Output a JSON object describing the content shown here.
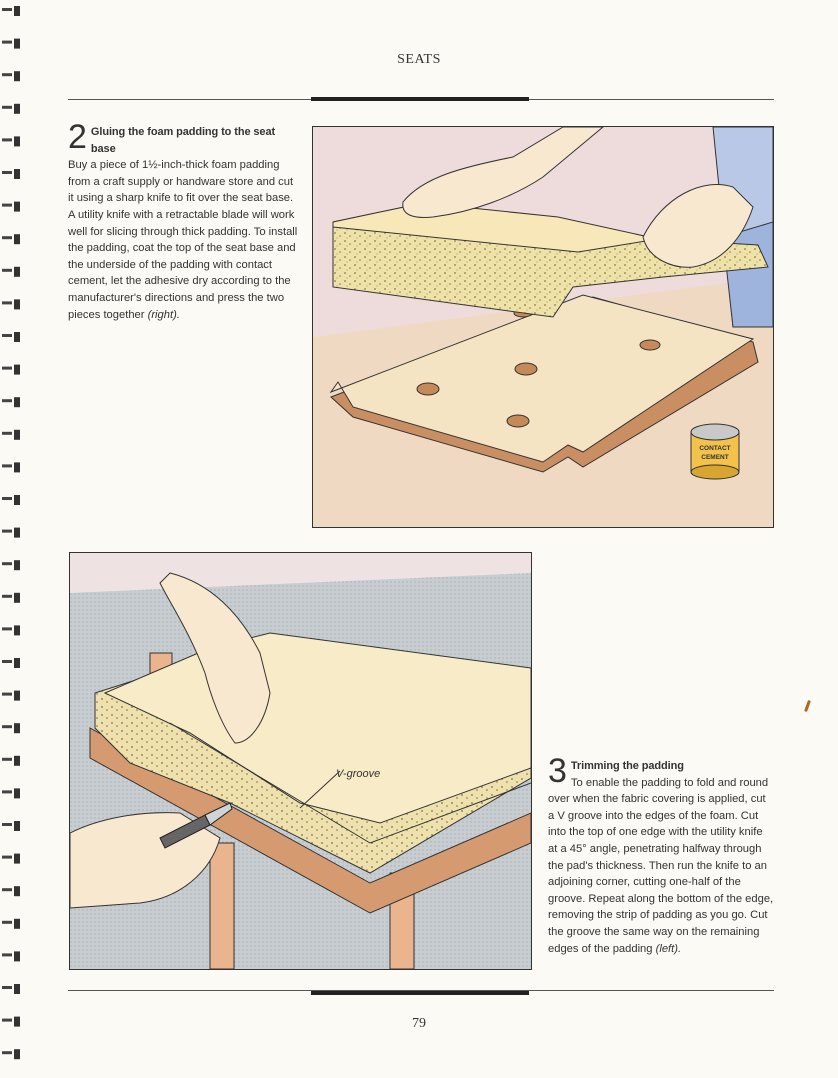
{
  "header": {
    "title": "SEATS"
  },
  "step2": {
    "number": "2",
    "heading": "Gluing the foam padding to the seat base",
    "body": "Buy a piece of 1½-inch-thick foam padding from a craft supply or handware store and cut it using a sharp knife to fit over the seat base. A utility knife with a retractable blade will work well for slicing through thick padding. To install the padding, coat the top of the seat base and the underside of the padding with contact cement, let the adhesive dry according to the manufacturer's directions and press the two pieces together",
    "ref": "(right)."
  },
  "step3": {
    "number": "3",
    "heading": "Trimming the padding",
    "body": "To enable the padding to fold and round over when the fabric covering is applied, cut a V groove into the edges of the foam. Cut into the top of one edge with the utility knife at a 45° angle, penetrating halfway through the pad's thickness. Then run the knife to an adjoining corner, cutting one-half of the groove. Repeat along the bottom of the edge, removing the strip of padding as you go. Cut the groove the same way on the remaining edges of the padding",
    "ref": "(left)."
  },
  "illustration1": {
    "can_label_line1": "CONTACT",
    "can_label_line2": "CEMENT"
  },
  "illustration2": {
    "callout": "V-groove"
  },
  "footer": {
    "page_number": "79"
  }
}
